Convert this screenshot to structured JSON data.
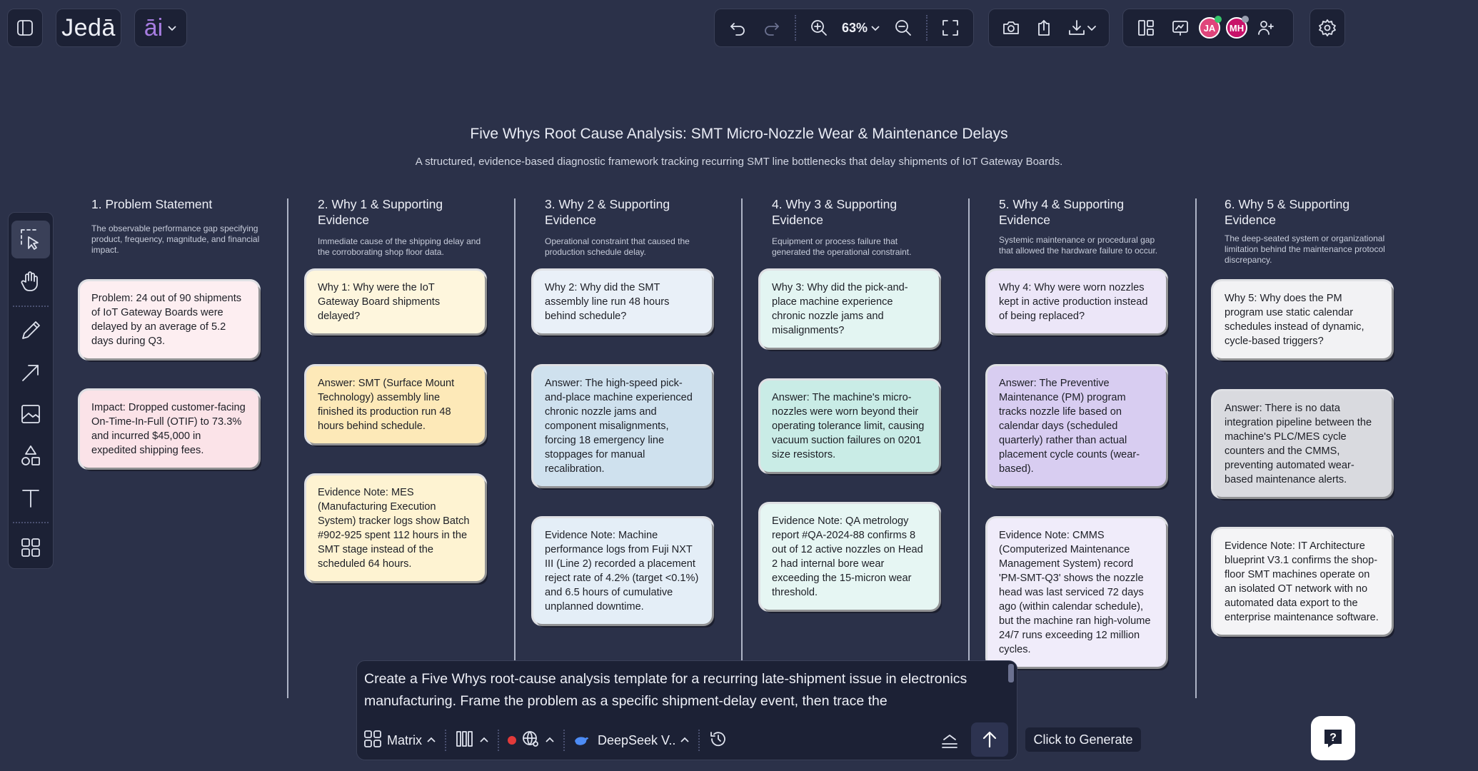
{
  "app": {
    "logo": "Jedā",
    "ai_label": "āi",
    "zoom": "63%"
  },
  "users": [
    {
      "initials": "JA",
      "color": "#e0457b",
      "status": "#36c46b"
    },
    {
      "initials": "MH",
      "color": "#c8126a",
      "status": "#9aa0b0"
    }
  ],
  "canvas": {
    "title": "Five Whys Root Cause Analysis: SMT Micro-Nozzle Wear & Maintenance Delays",
    "subtitle": "A structured, evidence-based diagnostic framework tracking recurring SMT line bottlenecks that delay shipments of IoT Gateway Boards.",
    "columns": [
      {
        "title": "1. Problem Statement",
        "desc": "The observable performance gap specifying product, frequency, magnitude, and financial impact.",
        "cards": [
          "Problem: 24 out of 90 shipments of IoT Gateway Boards were delayed by an average of 5.2 days during Q3.",
          "Impact: Dropped customer-facing On-Time-In-Full (OTIF) to 73.3% and incurred $45,000 in expedited shipping fees."
        ]
      },
      {
        "title": "2. Why 1 & Supporting Evidence",
        "desc": "Immediate cause of the shipping delay and the corroborating shop floor data.",
        "cards": [
          "Why 1: Why were the IoT Gateway Board shipments delayed?",
          "Answer: SMT (Surface Mount Technology) assembly line finished its production run 48 hours behind schedule.",
          "Evidence Note: MES (Manufacturing Execution System) tracker logs show Batch #902-925 spent 112 hours in the SMT stage instead of the scheduled 64 hours."
        ]
      },
      {
        "title": "3. Why 2 & Supporting Evidence",
        "desc": "Operational constraint that caused the production schedule delay.",
        "cards": [
          "Why 2: Why did the SMT assembly line run 48 hours behind schedule?",
          "Answer: The high-speed pick-and-place machine experienced chronic nozzle jams and component misalignments, forcing 18 emergency line stoppages for manual recalibration.",
          "Evidence Note: Machine performance logs from Fuji NXT III (Line 2) recorded a placement reject rate of 4.2% (target <0.1%) and 6.5 hours of cumulative unplanned downtime."
        ]
      },
      {
        "title": "4. Why 3 & Supporting Evidence",
        "desc": "Equipment or process failure that generated the operational constraint.",
        "cards": [
          "Why 3: Why did the pick-and-place machine experience chronic nozzle jams and misalignments?",
          "Answer: The machine's micro-nozzles were worn beyond their operating tolerance limit, causing vacuum suction failures on 0201 size resistors.",
          "Evidence Note: QA metrology report #QA-2024-88 confirms 8 out of 12 active nozzles on Head 2 had internal bore wear exceeding the 15-micron wear threshold."
        ]
      },
      {
        "title": "5. Why 4 & Supporting Evidence",
        "desc": "Systemic maintenance or procedural gap that allowed the hardware failure to occur.",
        "cards": [
          "Why 4: Why were worn nozzles kept in active production instead of being replaced?",
          "Answer: The Preventive Maintenance (PM) program tracks nozzle life based on calendar days (scheduled quarterly) rather than actual placement cycle counts (wear-based).",
          "Evidence Note: CMMS (Computerized Maintenance Management System) record 'PM-SMT-Q3' shows the nozzle head was last serviced 72 days ago (within calendar schedule), but the machine ran high-volume 24/7 runs exceeding 12 million cycles."
        ]
      },
      {
        "title": "6. Why 5 & Supporting Evidence",
        "desc": "The deep-seated system or organizational limitation behind the maintenance protocol discrepancy.",
        "cards": [
          "Why 5: Why does the PM program use static calendar schedules instead of dynamic, cycle-based triggers?",
          "Answer: There is no data integration pipeline between the machine's PLC/MES cycle counters and the CMMS, preventing automated wear-based maintenance alerts.",
          "Evidence Note: IT Architecture blueprint V3.1 confirms the shop-floor SMT machines operate on an isolated OT network with no automated data export to the enterprise maintenance software."
        ]
      }
    ]
  },
  "prompt": {
    "text": "Create a Five Whys root-cause analysis template for a recurring late-shipment issue in electronics manufacturing. Frame the problem as a specific shipment-delay event, then trace the",
    "layout_label": "Matrix",
    "model_label": "DeepSeek V..",
    "tooltip": "Click to Generate"
  },
  "colors": {
    "card_bg": [
      "#fdeef1",
      "#fef6dd",
      "#e9f0f8",
      "#e3f5f2",
      "#ece6f8",
      "#f2f2f4"
    ],
    "card_answer_bg": [
      "#fbe3e8",
      "#fde9b8",
      "#cfe1ee",
      "#c9ece6",
      "#d8cdf1",
      "#d9dadf"
    ]
  }
}
